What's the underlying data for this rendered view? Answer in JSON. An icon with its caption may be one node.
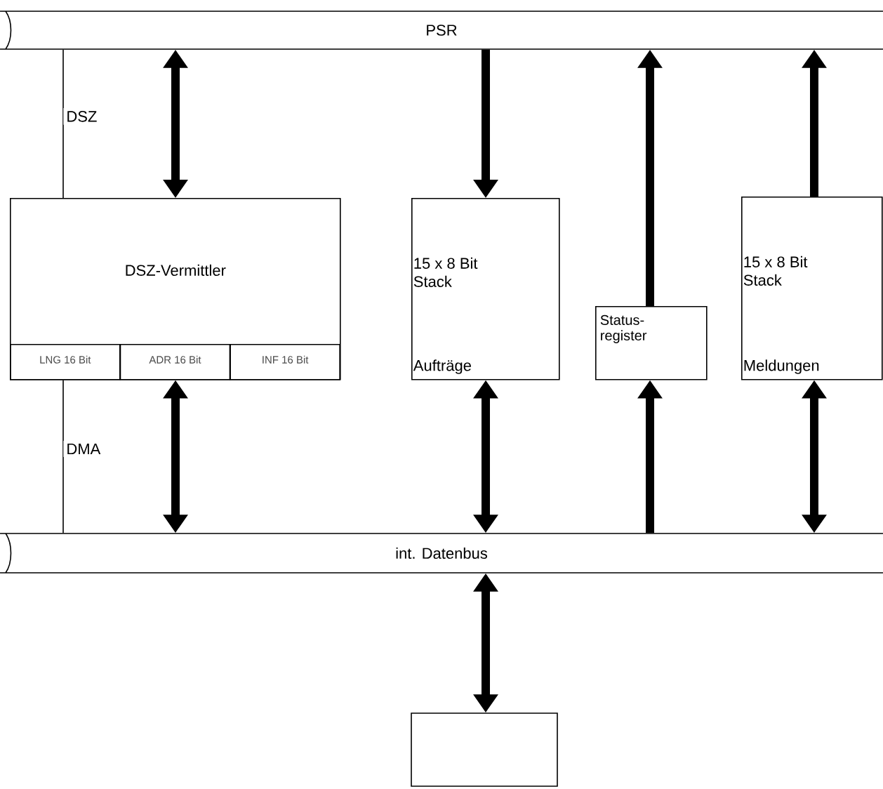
{
  "diagram": {
    "nodes": [
      {
        "text": [
          "PSR"
        ]
      },
      {
        "text": [
          "DSZ-Vermittler"
        ]
      },
      {
        "text": [
          "LNG 16 Bit"
        ],
        "in": 1
      },
      {
        "text": [
          "ADR 16 Bit"
        ],
        "in": 1
      },
      {
        "text": [
          "INF 16 Bit"
        ],
        "in": 1
      },
      {
        "text": [
          "15 x 8 Bit Stack",
          "Aufträge"
        ]
      },
      {
        "text": [
          "Status- register"
        ]
      },
      {
        "text": [
          "15 x 8 Bit Stack",
          "Meldungen"
        ]
      },
      {
        "text": [
          "int. Datenbus"
        ]
      },
      {
        "text": [],
        "shape": "box"
      }
    ],
    "edges": [
      {
        "from": 0,
        "to": 1,
        "arrow": "both"
      },
      {
        "from": 0,
        "to": 5,
        "arrow": "to"
      },
      {
        "from": 6,
        "to": 0,
        "arrow": "to"
      },
      {
        "from": 7,
        "to": 0,
        "arrow": "to"
      },
      {
        "from": 1,
        "to": 8,
        "arrow": "both"
      },
      {
        "from": 5,
        "to": 8,
        "arrow": "both"
      },
      {
        "from": 8,
        "to": 6,
        "arrow": "to"
      },
      {
        "from": 7,
        "to": 8,
        "arrow": "both"
      },
      {
        "from": 8,
        "to": 9,
        "arrow": "both"
      },
      {
        "from": 0,
        "to": 1,
        "arrow": "none",
        "label": "DSZ"
      },
      {
        "from": 1,
        "to": 8,
        "arrow": "none",
        "label": "DMA"
      }
    ]
  }
}
